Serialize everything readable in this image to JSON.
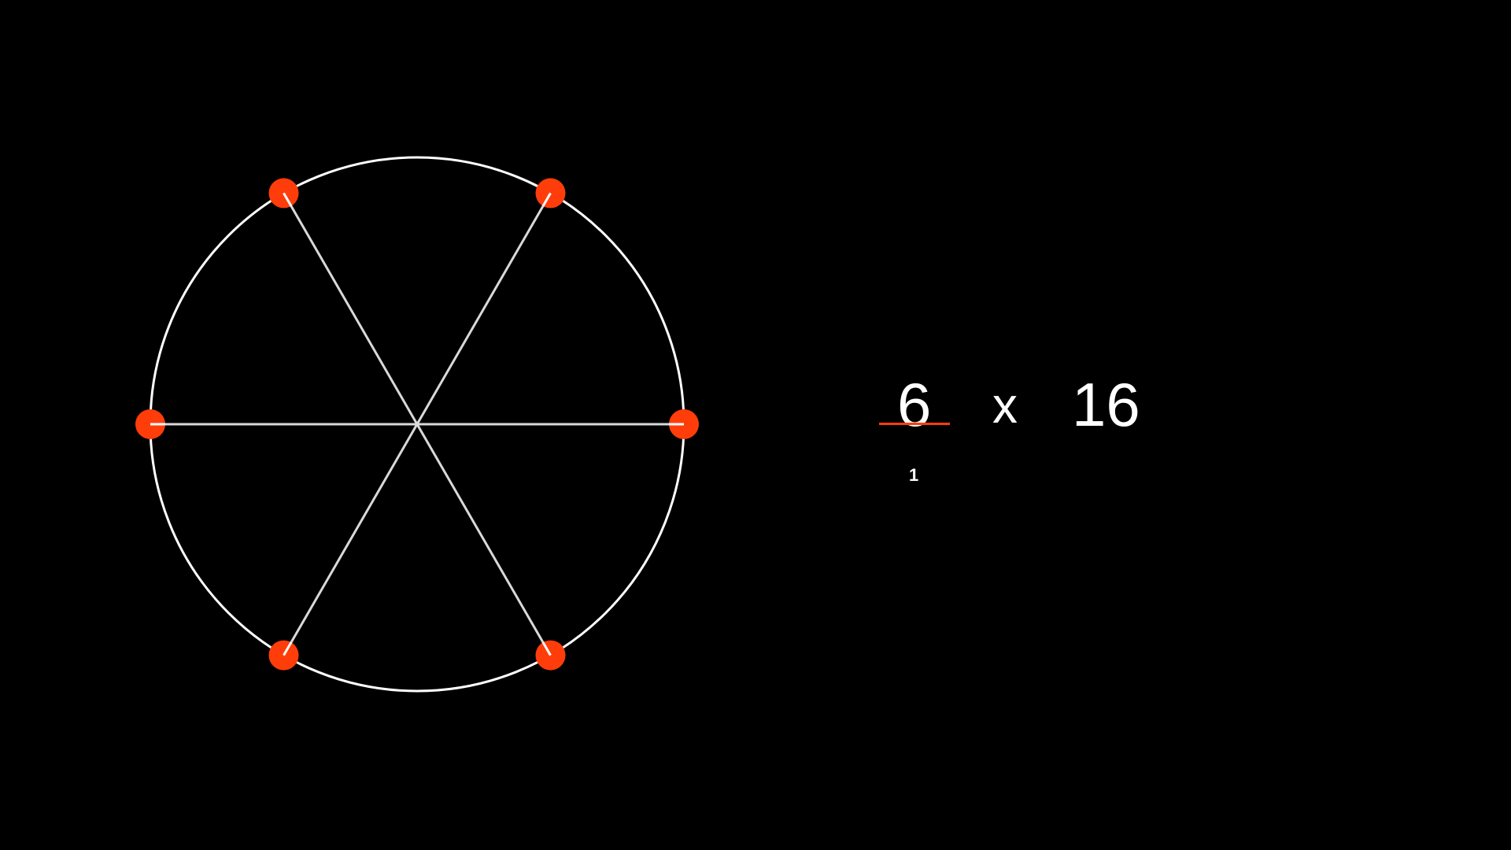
{
  "colors": {
    "background": "#000000",
    "circle": "#ffffff",
    "spoke": "#d9d9d9",
    "point": "#ff3d0a",
    "fraction_bar": "#ff3d0a",
    "text": "#ffffff"
  },
  "diagram": {
    "type": "circle-division",
    "divisions": 6,
    "points": 6
  },
  "expression": {
    "numerator": "6",
    "denominator": "1",
    "operator": "x",
    "multiplier": "16"
  }
}
